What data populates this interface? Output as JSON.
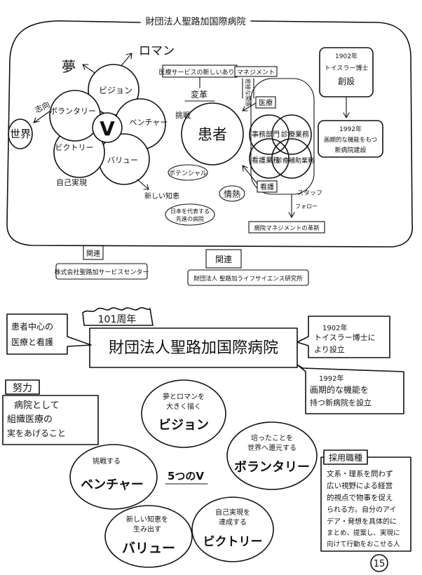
{
  "top": {
    "title": "財団法人聖路加国際病院",
    "dream": "夢",
    "roman": "ロマン",
    "world": "世界",
    "oriented": "志向",
    "challenge": "挑戦",
    "self_realization": "自己実現",
    "new_knowledge": "新しい知恵",
    "v": "V",
    "petals": [
      "ビジョン",
      "ボランタリー",
      "ベンチャー",
      "ビクトリー",
      "バリュー"
    ],
    "hospital_service": "医療サービスの新しいあり方",
    "reform": "変革",
    "potential": "ポテンシャル",
    "passion": "情熱",
    "japan_hospital": [
      "日本を代表する",
      "先進の病院"
    ],
    "patient": "患者",
    "management": "マネジメント",
    "close_relation": "密接な関係",
    "doctor": "医療",
    "clerical": "事務部門",
    "medical_work": "診療業務",
    "nursing": "看護業務",
    "support": "診療補助業務",
    "nurse": "看護",
    "staff": "スタッフ",
    "follow": "フォロー",
    "management_reform": "病院マネジメントの革新",
    "note_1902": [
      "1902年",
      "トイスラー博士",
      "創設"
    ],
    "note_1992": [
      "1992年",
      "画期的な機能をもつ",
      "新病院建設"
    ],
    "related": "関連",
    "company": "株式会社聖路加サービスセンター",
    "foundation": "財団法人 聖路加ライフサイエンス研究所"
  },
  "bottom": {
    "anniversary": "101周年",
    "hospital_name": "財団法人聖路加国際病院",
    "patient_centered": [
      "患者中心の",
      "医療と看護"
    ],
    "founded": [
      "1902年",
      "トイスラー博士に",
      "より設立"
    ],
    "new_hospital": [
      "1992年",
      "画期的な機能を",
      "持つ新病院を設立"
    ],
    "effort": "努力",
    "effort_text": [
      "病院として",
      "組織医療の",
      "実をあげること"
    ],
    "center_title": "5つのV",
    "vision": {
      "caption": [
        "夢とロマンを",
        "大きく描く"
      ],
      "title": "ビジョン"
    },
    "voluntary": {
      "caption": [
        "培ったことを",
        "世界へ還元する"
      ],
      "title": "ボランタリー"
    },
    "venture": {
      "caption": [
        "挑戦する"
      ],
      "title": "ベンチャー"
    },
    "value": {
      "caption": [
        "新しい知恵を",
        "生み出す"
      ],
      "title": "バリュー"
    },
    "victory": {
      "caption": [
        "自己実現を",
        "達成する"
      ],
      "title": "ビクトリー"
    },
    "hiring_title": "採用職種",
    "hiring_text": [
      "文系・理系を問わず",
      "広い視野による経営",
      "的視点で物事を促え",
      "られる方。自分のアイ",
      "デア・発想を具体的に",
      "まとめ、提案し、実現に",
      "向けて行動をおこせる人"
    ],
    "page_number": "15"
  }
}
